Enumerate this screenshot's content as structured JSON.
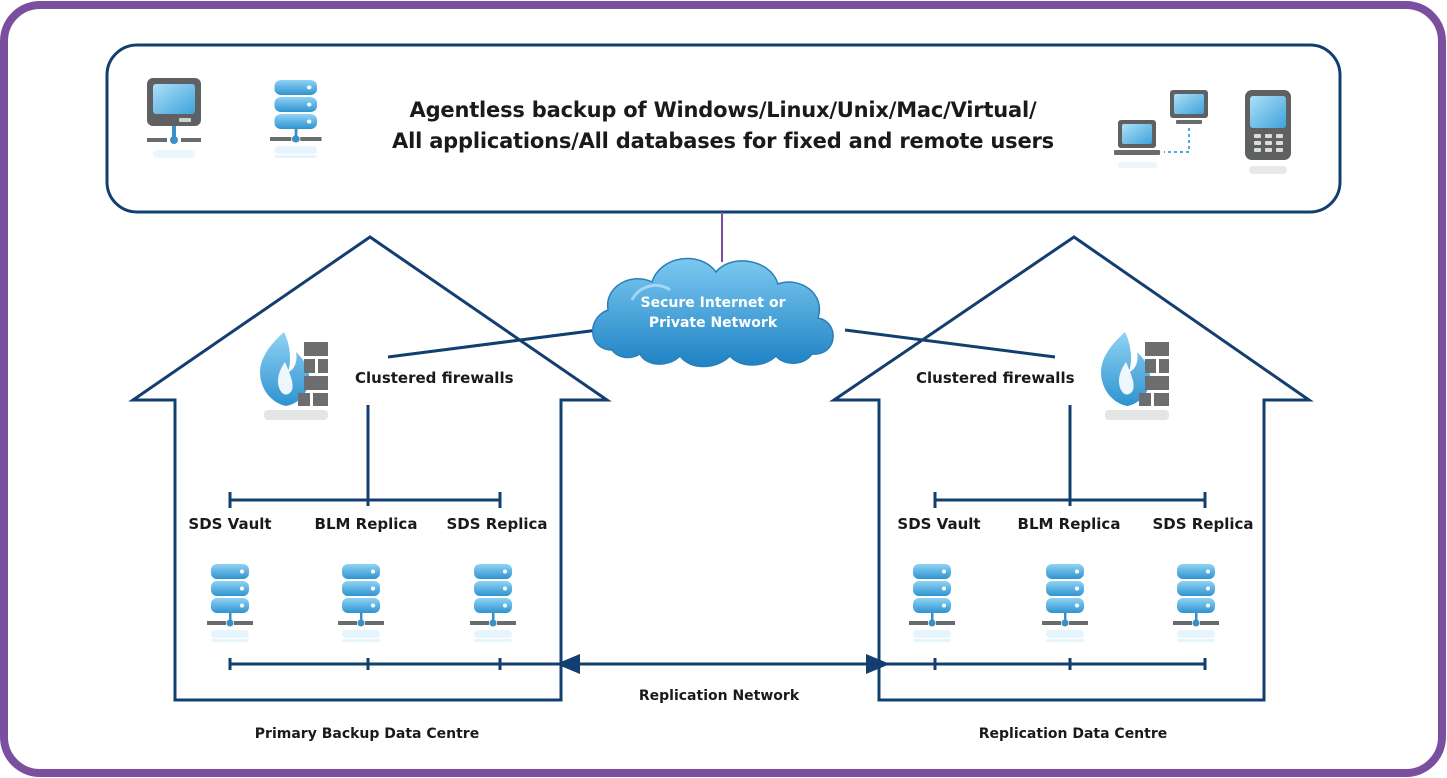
{
  "header": {
    "line1": "Agentless backup of Windows/Linux/Unix/Mac/Virtual/",
    "line2": "All applications/All databases for fixed and remote users"
  },
  "cloud": {
    "line1": "Secure Internet or",
    "line2": "Private Network"
  },
  "primary": {
    "firewall_label": "Clustered firewalls",
    "servers": [
      "SDS Vault",
      "BLM Replica",
      "SDS Replica"
    ],
    "caption": "Primary Backup Data Centre"
  },
  "replication": {
    "firewall_label": "Clustered firewalls",
    "servers": [
      "SDS Vault",
      "BLM Replica",
      "SDS Replica"
    ],
    "caption": "Replication Data Centre"
  },
  "network_label": "Replication Network",
  "icons": {
    "header_left": [
      "desktop-computer-icon",
      "server-icon"
    ],
    "header_right": [
      "networked-laptops-icon",
      "mobile-phone-icon"
    ],
    "firewall": "firewall-icon",
    "server": "server-icon"
  },
  "colors": {
    "frame": "#7b4f9f",
    "lines": "#123f70",
    "icon_blue": "#4aa9dc",
    "cloud": "#3c9fda",
    "icon_gray": "#5f6062"
  }
}
